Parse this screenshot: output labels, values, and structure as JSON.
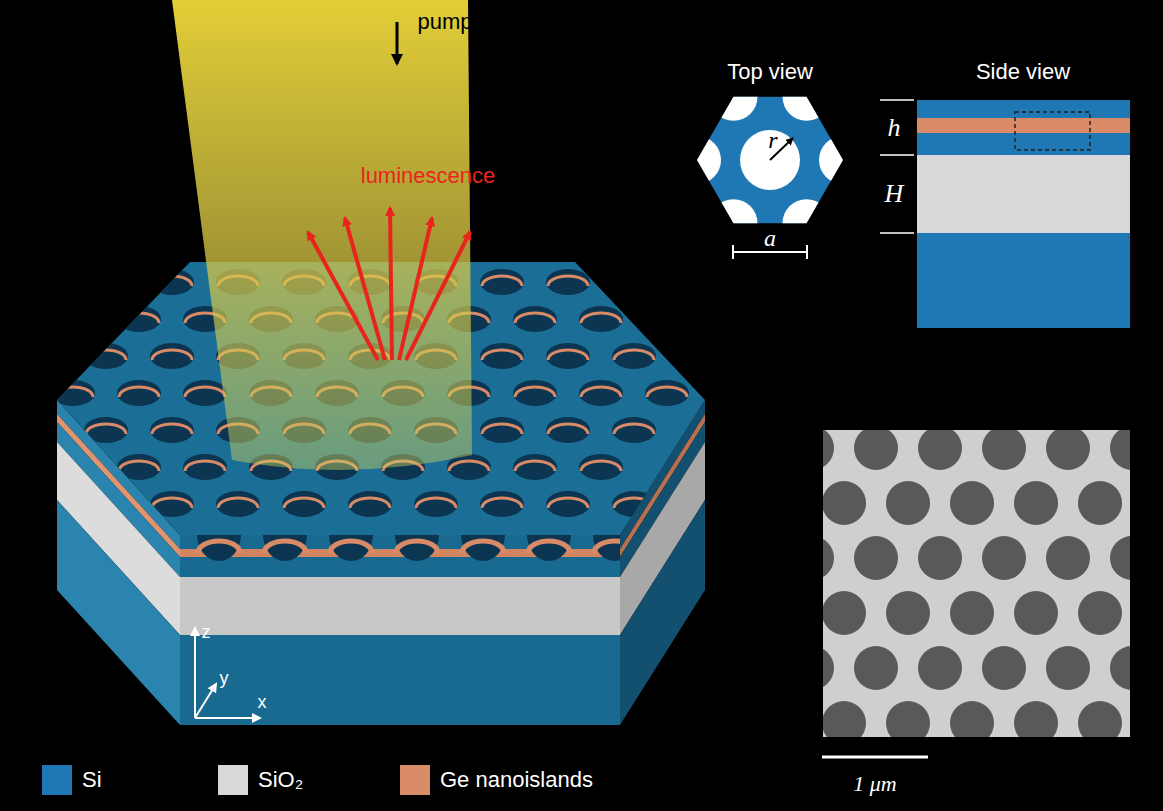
{
  "diagram": {
    "labels": [
      "pump",
      "luminescence",
      "Top view",
      "Side view",
      "r",
      "a",
      "h",
      "H",
      "z",
      "y",
      "x",
      "1 μm"
    ],
    "legend": [
      {
        "text": "Si",
        "color": "#1f77b4"
      },
      {
        "text": "SiO₂",
        "color": "#d9d9d9"
      },
      {
        "text": "Ge nanoislands",
        "color": "#d98a66"
      }
    ]
  }
}
